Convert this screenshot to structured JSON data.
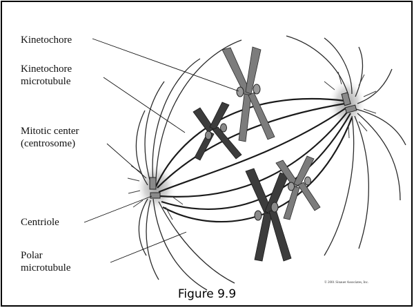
{
  "labels": {
    "kinetochore": "Kinetochore",
    "kinetochore_microtubule_1": "Kinetochore",
    "kinetochore_microtubule_2": "microtubule",
    "mitotic_center_1": "Mitotic center",
    "mitotic_center_2": "(centrosome)",
    "centriole": "Centriole",
    "polar_microtubule_1": "Polar",
    "polar_microtubule_2": "microtubule"
  },
  "copyright": "© 2001 Sinauer Associates, Inc.",
  "caption": "Figure 9.9",
  "colors": {
    "chromosome_light": "#7c7c7c",
    "chromosome_dark": "#3c3c3c",
    "microtubule": "#1a1a1a",
    "centrosome_glow": "#bdbdbd"
  }
}
